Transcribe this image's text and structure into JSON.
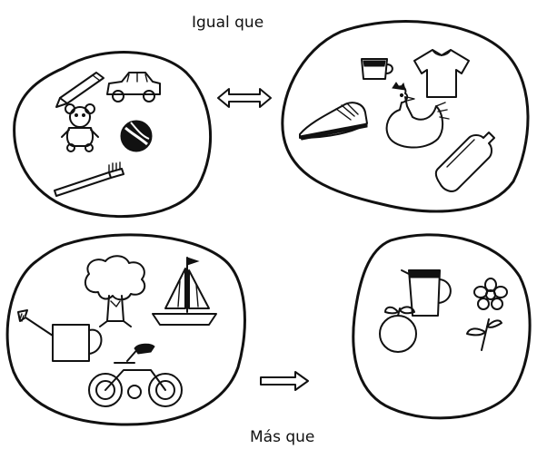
{
  "labels": {
    "top": "Igual que",
    "bottom": "Más que"
  },
  "sets": [
    {
      "name": "set-a",
      "items": [
        "pencil-icon",
        "toy-car-icon",
        "teddy-bear-icon",
        "ball-icon",
        "toothbrush-icon"
      ]
    },
    {
      "name": "set-b",
      "items": [
        "cup-icon",
        "shirt-icon",
        "shoe-icon",
        "hen-icon",
        "bottle-icon"
      ]
    },
    {
      "name": "set-c",
      "items": [
        "watering-can-icon",
        "tree-icon",
        "sailboat-icon",
        "tricycle-icon"
      ]
    },
    {
      "name": "set-d",
      "items": [
        "pitcher-icon",
        "flower-icon",
        "rose-icon",
        "orange-icon"
      ]
    }
  ],
  "arrows": {
    "top": "double-arrow-icon",
    "bottom": "right-arrow-icon"
  },
  "colors": {
    "ink": "#111111",
    "paper": "#ffffff"
  }
}
